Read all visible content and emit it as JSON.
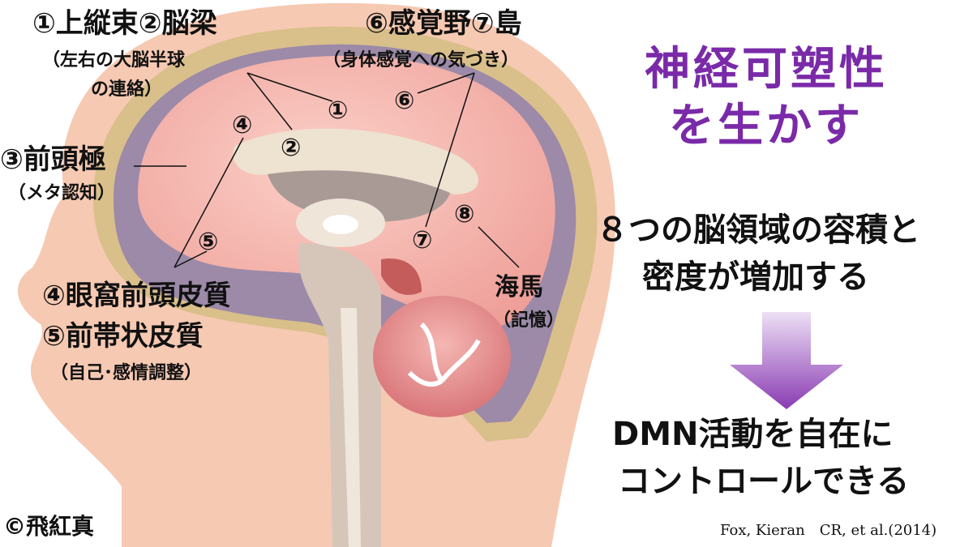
{
  "title": {
    "line1": "神経可塑性",
    "line2": "を生かす"
  },
  "labels": {
    "l1_line1": "①上縦束②脳梁",
    "l1_line2": "（左右の大脳半球",
    "l1_line3": "の連絡）",
    "l6_line1": "⑥感覚野⑦島",
    "l6_line2": "（身体感覚への気づき）",
    "l3_line1": "③前頭極",
    "l3_line2": "（メタ認知）",
    "l4": "④眼窩前頭皮質",
    "l5": "⑤前帯状皮質",
    "l45_sub": "（自己･感情調整）",
    "l8_line1": "海馬",
    "l8_line2": "（記憶）"
  },
  "markers": {
    "m1": "①",
    "m2": "②",
    "m4": "④",
    "m5": "⑤",
    "m6": "⑥",
    "m7": "⑦",
    "m8": "⑧"
  },
  "right": {
    "line1": "８つの脳領域の容積と",
    "line2": "密度が増加する",
    "line3": "DMN活動を自在に",
    "line4": "コントロールできる"
  },
  "citation": "Fox, Kieran　CR, et al.(2014)",
  "copyright": "©飛紅真",
  "colors": {
    "title": "#7a2aa8",
    "arrow_top": "#e6d2f0",
    "arrow_bottom": "#8a3bb3",
    "skin": "#f4c7b0",
    "brain": "#f3b3ae"
  }
}
